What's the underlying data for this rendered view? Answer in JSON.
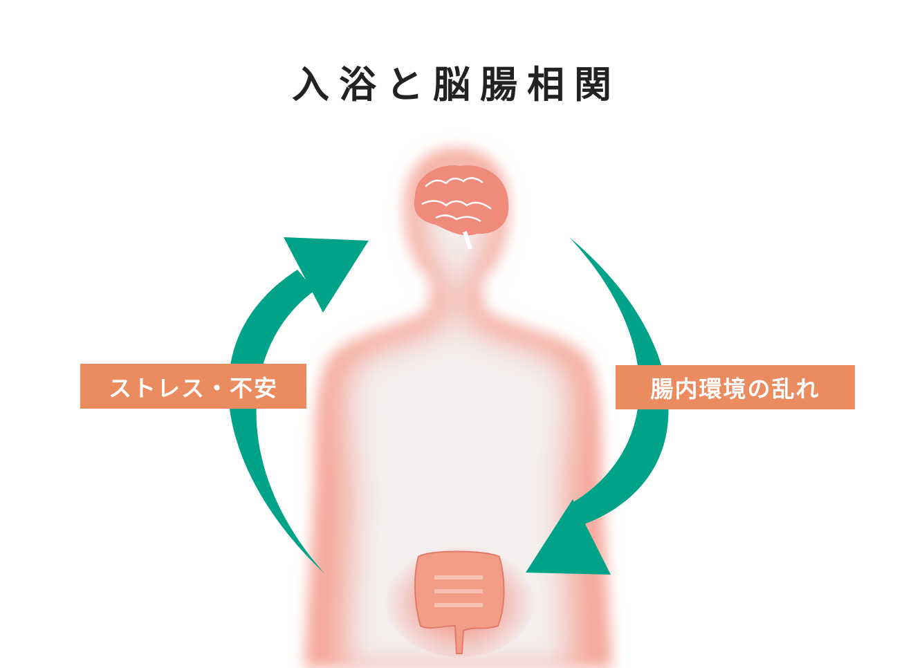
{
  "title": "入浴と脳腸相関",
  "labels": {
    "left": "ストレス・不安",
    "right": "腸内環境の乱れ"
  },
  "colors": {
    "arrow": "#00a387",
    "label_bg": "#ea8b60",
    "organ": "#f08a7a"
  }
}
